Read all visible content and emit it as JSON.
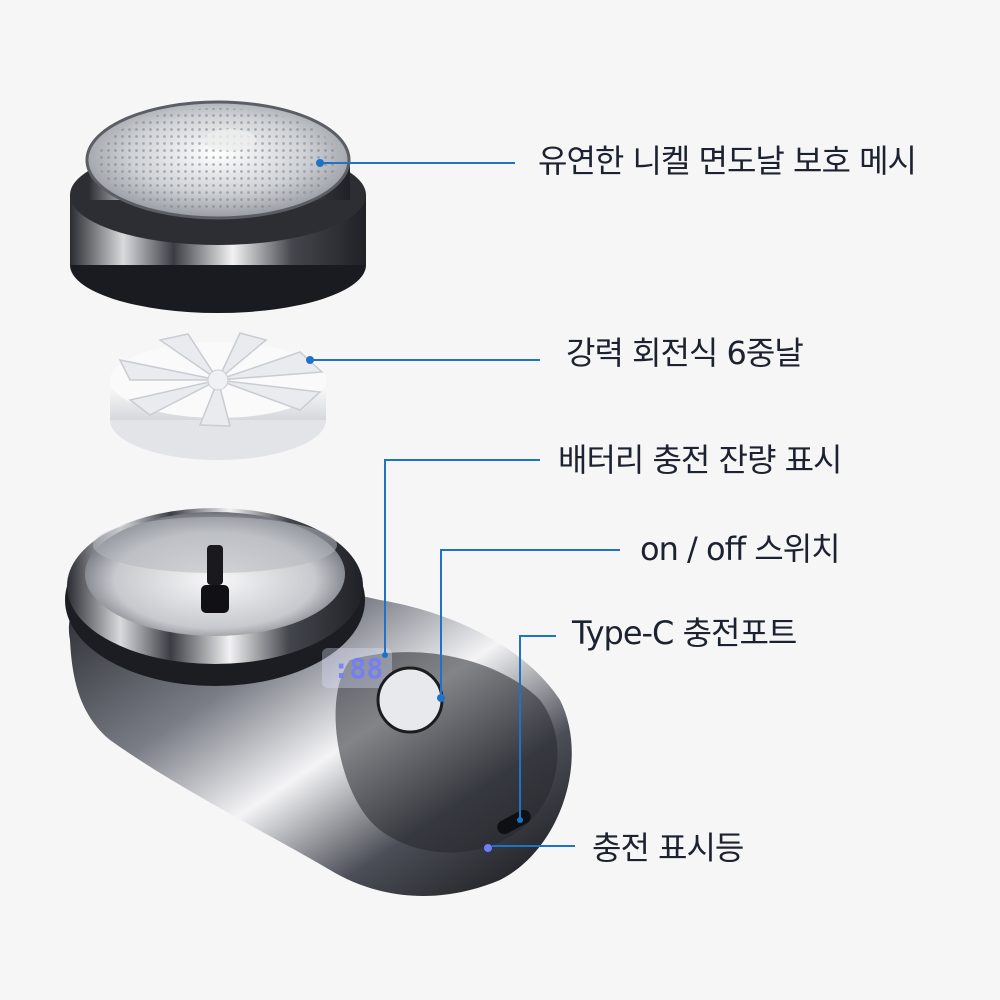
{
  "callouts": {
    "mesh": "유연한 니켈  면도날 보호 메시",
    "blade": "강력 회전식 6중날",
    "battery_display": "배터리 충전 잔량 표시",
    "power_switch": "on / off 스위치",
    "charging_port": "Type-C 충전포트",
    "charge_indicator": "충전 표시등"
  },
  "colors": {
    "callout_line": "#1e73c8",
    "text": "#1c2230",
    "background": "#f6f6f6",
    "led": "#6f7dff"
  }
}
